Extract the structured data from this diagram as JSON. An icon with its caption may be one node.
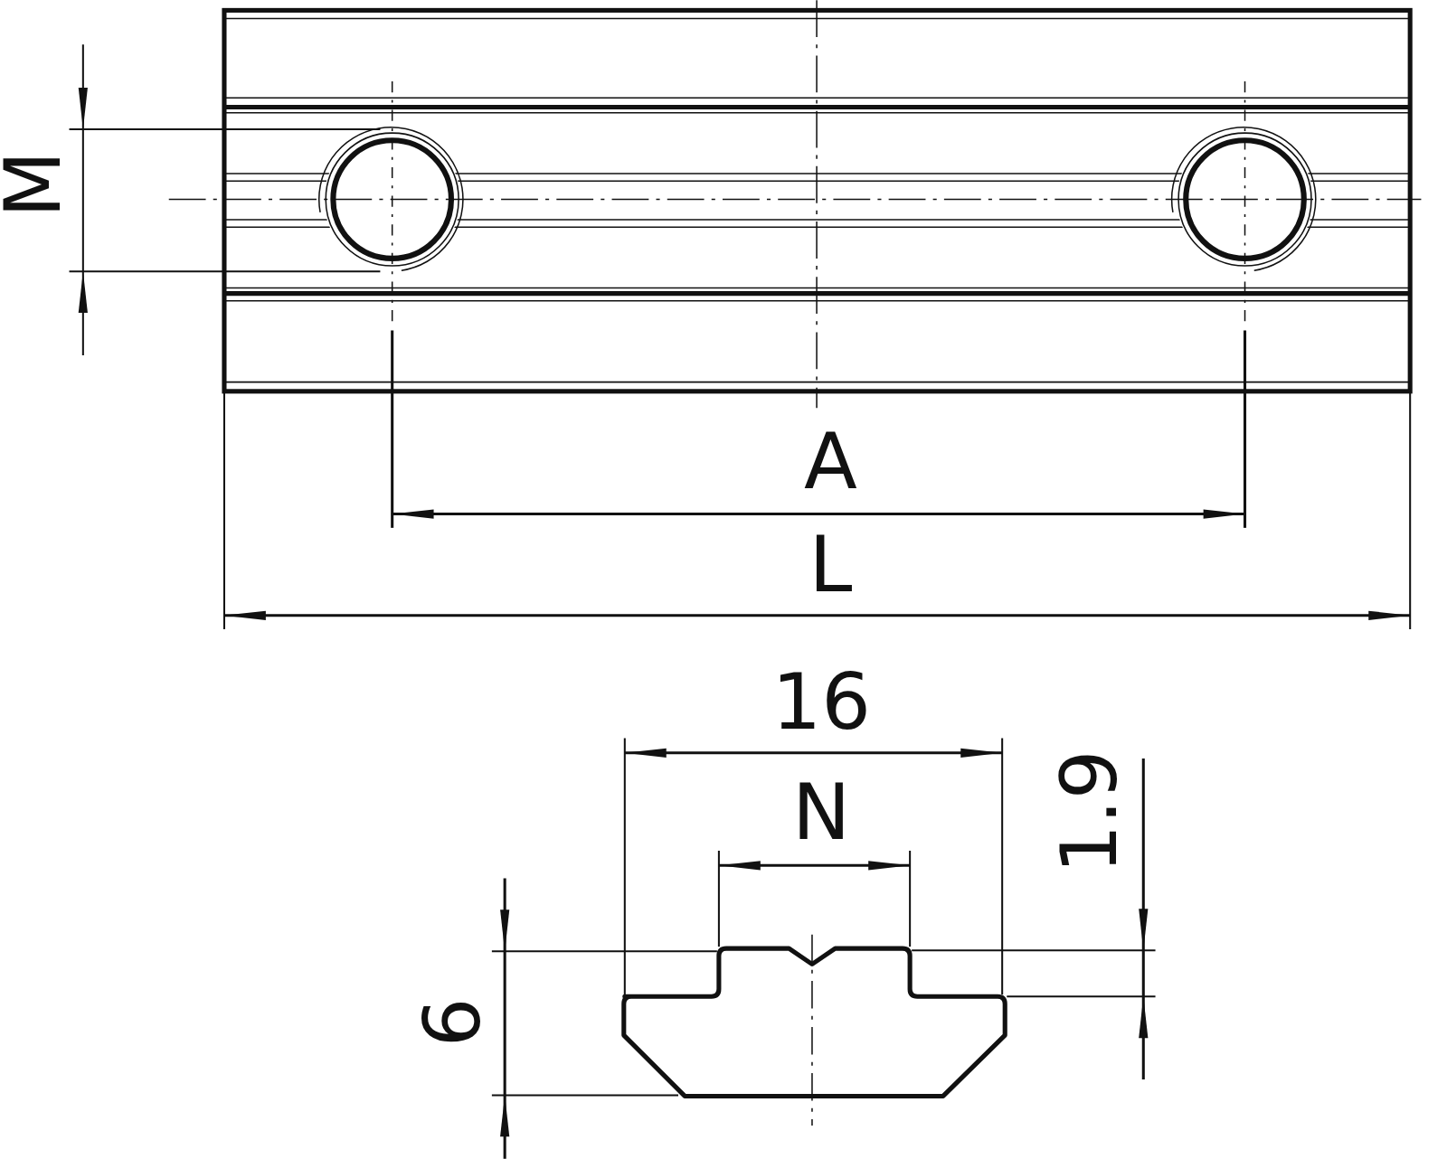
{
  "diagram": {
    "labels": [
      "M",
      "A",
      "L",
      "16",
      "N",
      "1.9",
      "6"
    ]
  }
}
